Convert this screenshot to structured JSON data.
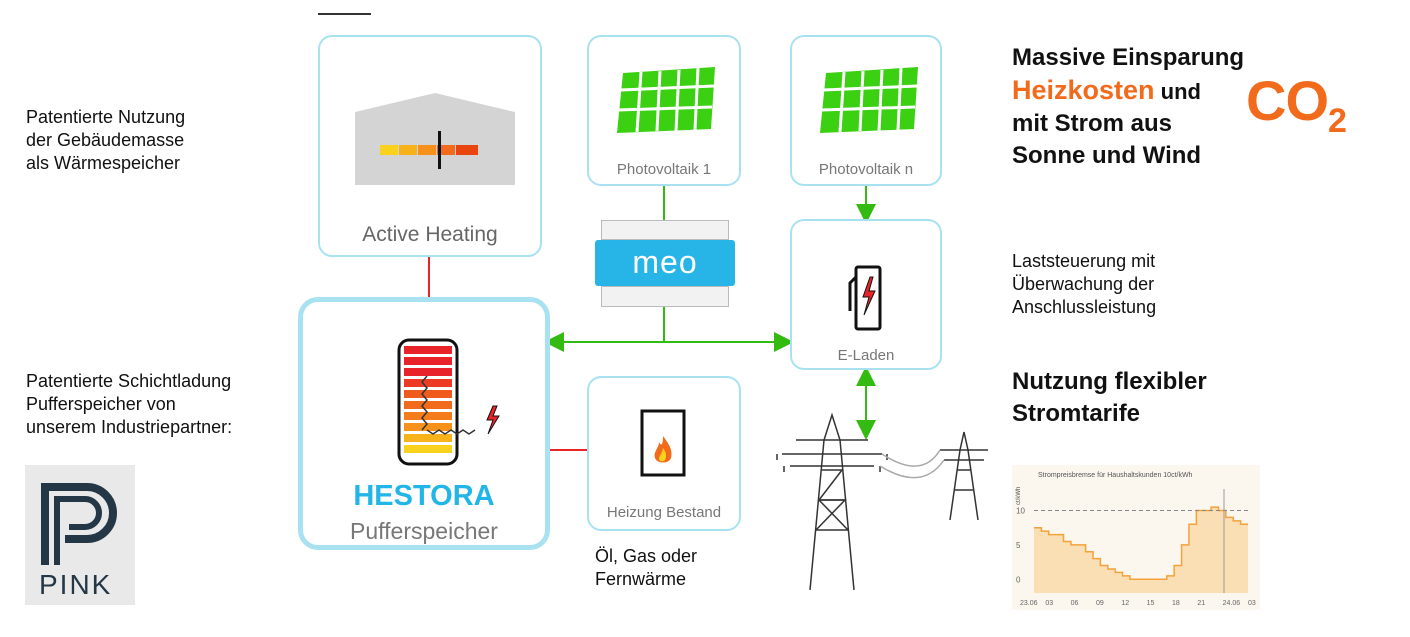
{
  "left": {
    "text1": [
      "Patentierte Nutzung",
      "der Gebäudemasse",
      "als Wärmespeicher"
    ],
    "text2": [
      "Patentierte Schichtladung",
      "Pufferspeicher von",
      "unserem Industriepartner:"
    ],
    "pink_logo_text": "PINK"
  },
  "boxes": {
    "active_heating": "Active Heating",
    "pv1": "Photovoltaik 1",
    "pvn": "Photovoltaik n",
    "meo": "meo",
    "eladen": "E-Laden",
    "heizung": "Heizung Bestand",
    "hestora_title": "HESTORA",
    "hestora_sub": "Pufferspeicher"
  },
  "bottom_note": [
    "Öl, Gas oder",
    "Fernwärme"
  ],
  "right": {
    "headline1_line1": "Massive Einsparung",
    "headline1_heiz": "Heizkosten",
    "headline1_und": " und",
    "headline1_line3": "mit Strom aus",
    "headline1_line4": "Sonne und Wind",
    "co2_main": "CO",
    "co2_sub": "2",
    "text_last": [
      "Laststeuerung mit",
      "Überwachung der",
      "Anschlussleistung"
    ],
    "headline2": [
      "Nutzung flexibler",
      "Stromtarife"
    ]
  },
  "chart_data": {
    "type": "line",
    "title": "Strompreisbremse für Haushaltskunden 10ct/kWh",
    "ylabel": "ct/kWh",
    "ytick_labels": [
      "10",
      "5",
      "0"
    ],
    "xtick_labels": [
      "23.06",
      "03",
      "06",
      "09",
      "12",
      "15",
      "18",
      "21",
      "24.06",
      "03"
    ],
    "ylim": [
      -2,
      14
    ],
    "x": [
      0,
      1,
      2,
      3,
      4,
      5,
      6,
      7,
      8,
      9,
      10,
      11,
      12,
      13,
      14,
      15,
      16,
      17,
      18,
      19,
      20,
      21,
      22,
      23,
      24,
      25,
      26,
      27,
      28,
      29
    ],
    "values": [
      7.5,
      7,
      6.5,
      6.5,
      5.5,
      5,
      5,
      4,
      3,
      2,
      1.5,
      1,
      0.5,
      0,
      0,
      0,
      0,
      0,
      0.5,
      2,
      5,
      8,
      10,
      10,
      10.5,
      10,
      9,
      8.5,
      8,
      8
    ],
    "reference_line": 10,
    "colors": {
      "line": "#f4a23a",
      "fill": "#fbd9a5",
      "ref": "#888888"
    }
  },
  "colors": {
    "box_border": "#a8e2f1",
    "hestora_blue": "#22b6e8",
    "green": "#33bb11",
    "red": "#e8232a",
    "orange": "#f26a1b"
  }
}
